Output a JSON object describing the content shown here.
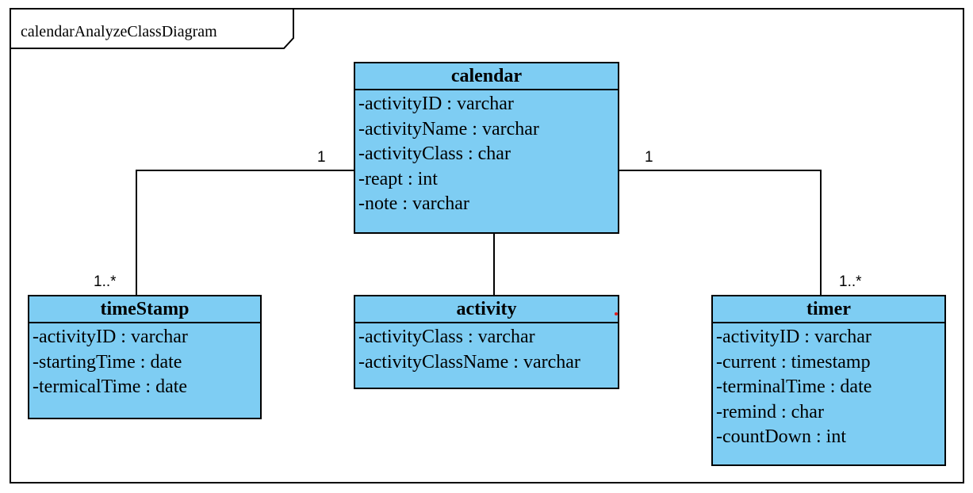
{
  "diagram_title": "calendarAnalyzeClassDiagram",
  "class_fill_color": "#7ecdf3",
  "classes": {
    "calendar": {
      "name": "calendar",
      "attributes": [
        "-activityID : varchar",
        "-activityName : varchar",
        "-activityClass : char",
        "-reapt : int",
        "-note : varchar"
      ]
    },
    "timeStamp": {
      "name": "timeStamp",
      "attributes": [
        "-activityID : varchar",
        "-startingTime : date",
        "-termicalTime : date"
      ]
    },
    "activity": {
      "name": "activity",
      "attributes": [
        "-activityClass : varchar",
        "-activityClassName : varchar"
      ]
    },
    "timer": {
      "name": "timer",
      "attributes": [
        "-activityID : varchar",
        "-current : timestamp",
        "-terminalTime : date",
        "-remind : char",
        "-countDown : int"
      ]
    }
  },
  "associations": {
    "calendar_timeStamp": {
      "source_multiplicity": "1",
      "target_multiplicity": "1..*"
    },
    "calendar_activity": {
      "source_multiplicity": "",
      "target_multiplicity": ""
    },
    "calendar_timer": {
      "source_multiplicity": "1",
      "target_multiplicity": "1..*"
    }
  }
}
